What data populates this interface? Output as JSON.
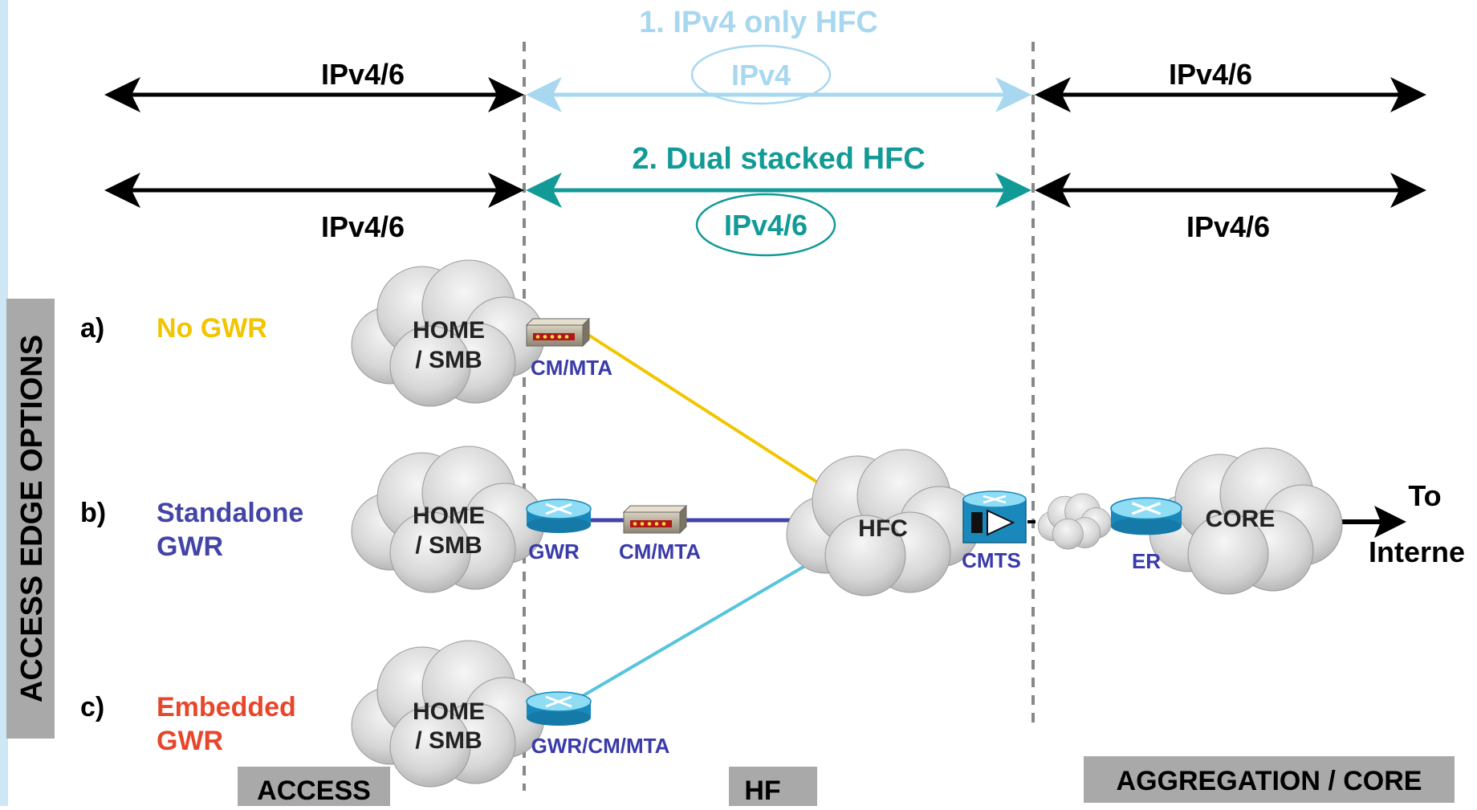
{
  "colors": {
    "black": "#000000",
    "ipv4_only": "#a8d8f0",
    "dual_stack": "#129a96",
    "no_gwr": "#f2c500",
    "standalone": "#4444a8",
    "embedded": "#e8462a",
    "embedded_link": "#58c4dc",
    "device_label": "#3a3aaa",
    "tag_bg": "#a9a9a9",
    "cloud": "#d9d9d9"
  },
  "top": {
    "row1": {
      "title": "1. IPv4 only HFC",
      "left_label": "IPv4/6",
      "middle_label": "IPv4",
      "right_label": "IPv4/6"
    },
    "row2": {
      "title": "2. Dual stacked HFC",
      "left_label": "IPv4/6",
      "middle_label": "IPv4/6",
      "right_label": "IPv4/6"
    }
  },
  "side_title": "ACCESS EDGE OPTIONS",
  "options": [
    {
      "letter": "a)",
      "name_line1": "No GWR",
      "name_line2": ""
    },
    {
      "letter": "b)",
      "name_line1": "Standalone",
      "name_line2": "GWR"
    },
    {
      "letter": "c)",
      "name_line1": "Embedded",
      "name_line2": "GWR"
    }
  ],
  "clouds": {
    "home_line1": "HOME",
    "home_line2": "/ SMB",
    "hfc": "HFC",
    "core": "CORE"
  },
  "devices": {
    "cm_mta_a": "CM/MTA",
    "gwr_b": "GWR",
    "cm_mta_b": "CM/MTA",
    "gwr_cm_mta_c": "GWR/CM/MTA",
    "cmts": "CMTS",
    "er": "ER"
  },
  "internet": {
    "line1": "To",
    "line2": "Interne"
  },
  "bottom_tags": {
    "access": "ACCESS",
    "hf": "HF",
    "aggregation": "AGGREGATION / CORE"
  }
}
